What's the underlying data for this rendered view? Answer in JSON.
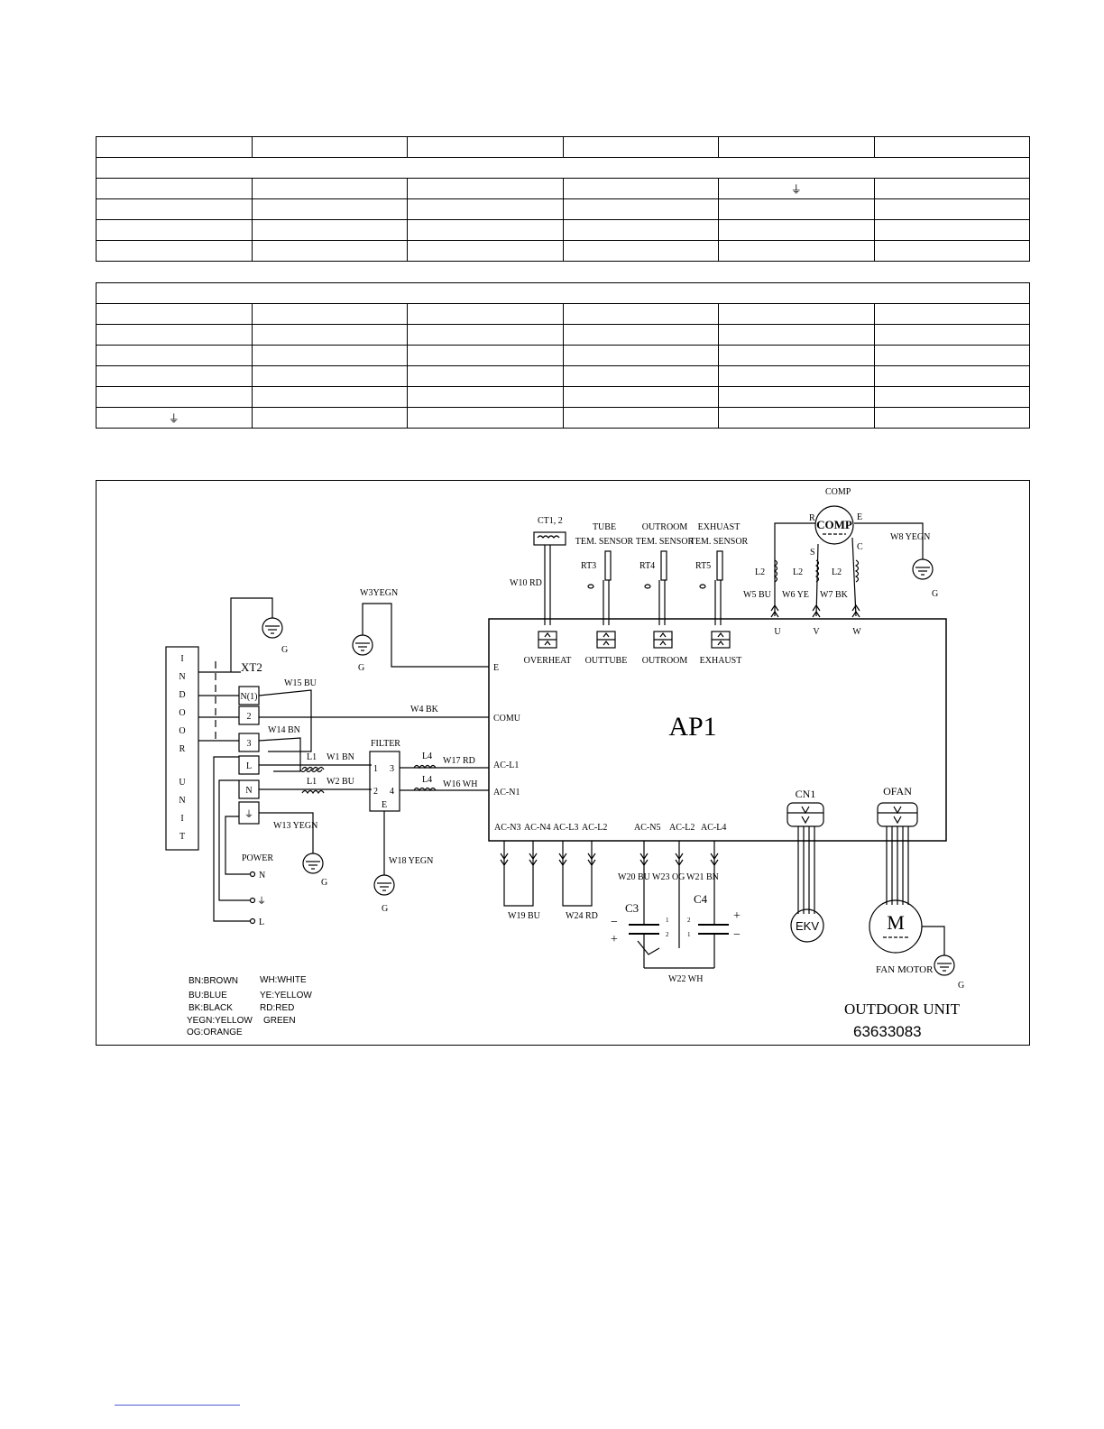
{
  "ground_symbol": "⏚",
  "labels": {
    "ct": "CT1, 2",
    "tube_sensor_1": "TUBE",
    "tube_sensor_2": "TEM. SENSOR",
    "outroom_sensor_1": "OUTROOM",
    "outroom_sensor_2": "TEM. SENSOR",
    "exhaust_sensor_1": "EXHUAST",
    "exhaust_sensor_2": "TEM. SENSOR",
    "rt3": "RT3",
    "rt4": "RT4",
    "rt5": "RT5",
    "comp_title": "COMP",
    "comp_body": "COMP",
    "comp_r": "R",
    "comp_s": "S",
    "comp_c": "C",
    "comp_e": "E",
    "l2": "L2",
    "w8": "W8 YEGN",
    "w5": "W5 BU",
    "w6": "W6 YE",
    "w7": "W7 BK",
    "u": "U",
    "v": "V",
    "w": "W",
    "w3": "W3YEGN",
    "w10": "W10 RD",
    "g": "G",
    "overheat": "OVERHEAT",
    "outtube": "OUTTUBE",
    "outroom": "OUTROOM",
    "exhaust": "EXHAUST",
    "e_term": "E",
    "comu": "COMU",
    "ac_l1": "AC-L1",
    "ac_n1": "AC-N1",
    "ap1": "AP1",
    "indoor_unit": [
      "I",
      "N",
      "D",
      "O",
      "O",
      "R",
      "U",
      "N",
      "I",
      "T"
    ],
    "xt2": "XT2",
    "xt2_rows": [
      "N(1)",
      "2",
      "3",
      "L",
      "N"
    ],
    "w15": "W15 BU",
    "w4": "W4 BK",
    "w14": "W14 BN",
    "l1": "L1",
    "w1": "W1 BN",
    "w2": "W2 BU",
    "filter": "FILTER",
    "f1": "1",
    "f2": "2",
    "f3": "3",
    "f4": "4",
    "fe": "E",
    "l4": "L4",
    "w17": "W17 RD",
    "w16": "W16 WH",
    "w13": "W13 YEGN",
    "w18": "W18 YEGN",
    "power": "POWER",
    "pn": "N",
    "pl": "L",
    "ac_n3": "AC-N3",
    "ac_n4": "AC-N4",
    "ac_l3": "AC-L3",
    "ac_l2a": "AC-L2",
    "ac_n5": "AC-N5",
    "ac_l2b": "AC-L2",
    "ac_l4": "AC-L4",
    "w19": "W19 BU",
    "w24": "W24 RD",
    "w20": "W20 BU",
    "w23": "W23 OG",
    "w21": "W21 BN",
    "c3": "C3",
    "c4": "C4",
    "w22": "W22 WH",
    "cap_1": "1",
    "cap_2": "2",
    "plus": "+",
    "minus": "−",
    "cn1": "CN1",
    "ofan": "OFAN",
    "ekv": "EKV",
    "motor_m": "M",
    "fan_motor": "FAN MOTOR",
    "outdoor_unit": "OUTDOOR UNIT",
    "drawing_number": "63633083"
  },
  "legend": [
    [
      "BN:BROWN",
      "WH:WHITE"
    ],
    [
      "BU:BLUE",
      "YE:YELLOW"
    ],
    [
      "BK:BLACK",
      "RD:RED"
    ],
    [
      "YEGN:YELLOW",
      "GREEN"
    ],
    [
      "OG:ORANGE",
      ""
    ]
  ]
}
